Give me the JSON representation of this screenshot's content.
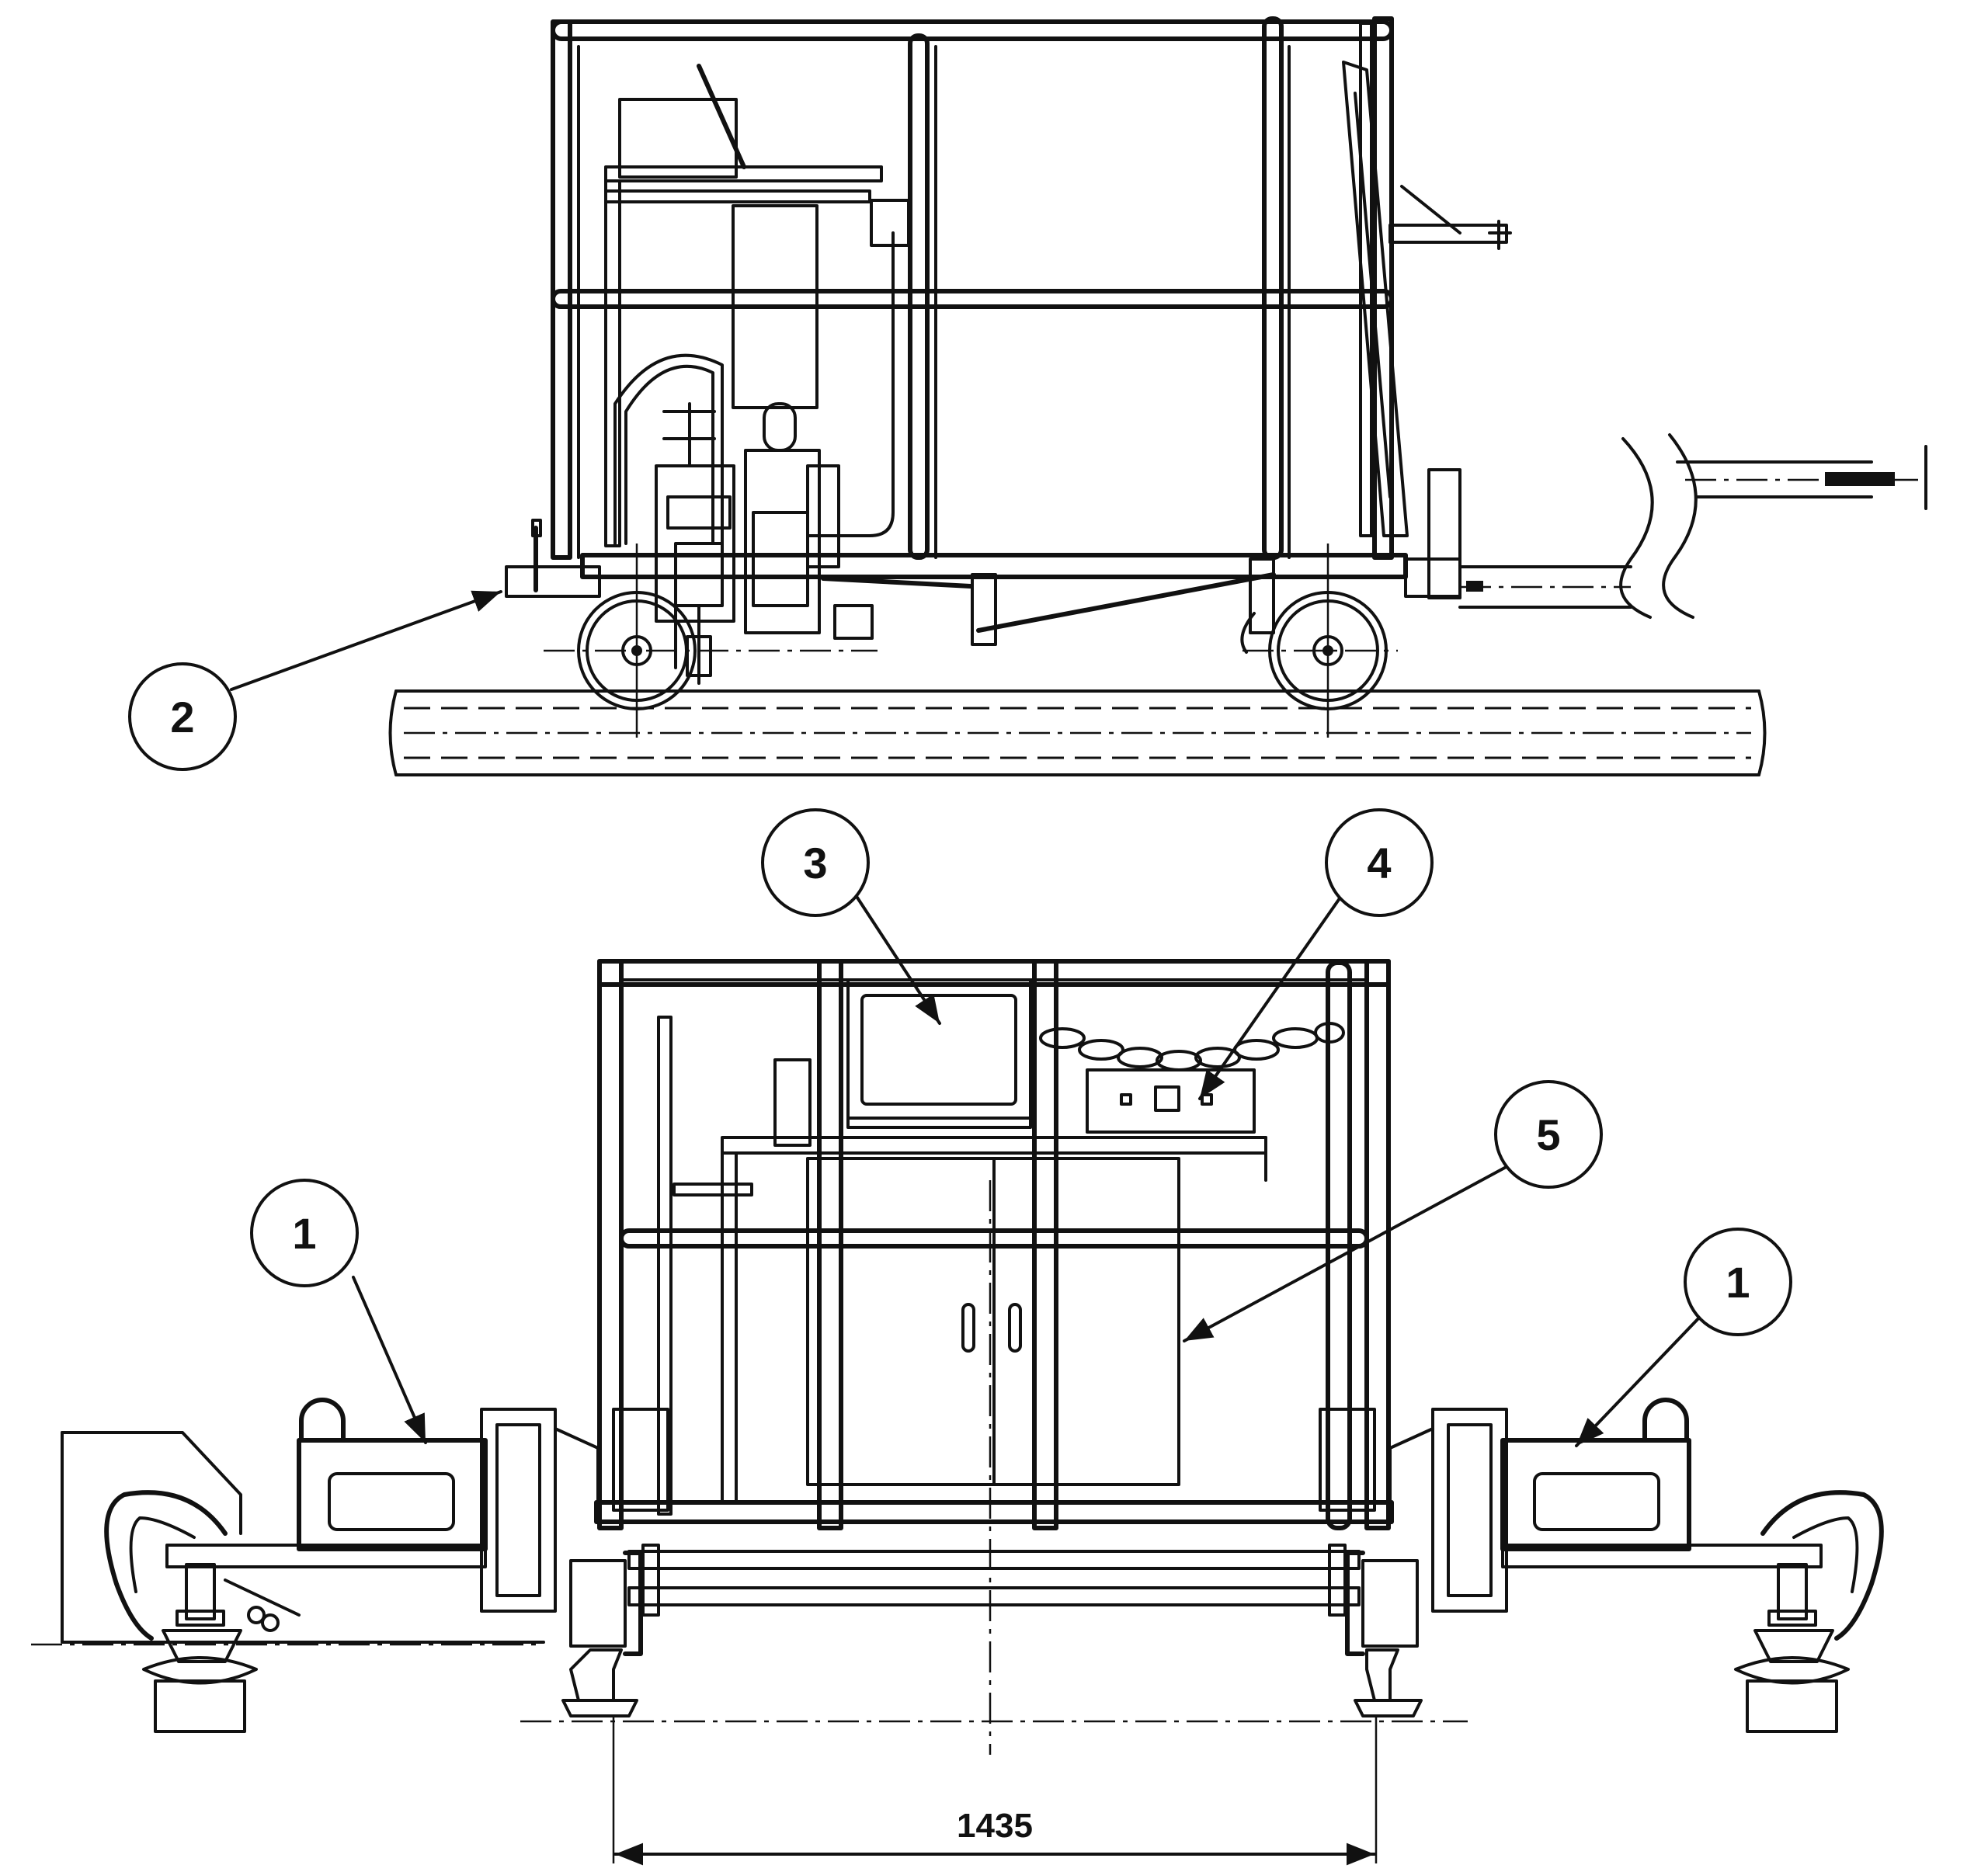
{
  "callouts": [
    {
      "id": "c2",
      "label": "2"
    },
    {
      "id": "c3",
      "label": "3"
    },
    {
      "id": "c4",
      "label": "4"
    },
    {
      "id": "c5",
      "label": "5"
    },
    {
      "id": "c1a",
      "label": "1"
    },
    {
      "id": "c1b",
      "label": "1"
    }
  ],
  "dimension": {
    "gauge": "1435"
  }
}
